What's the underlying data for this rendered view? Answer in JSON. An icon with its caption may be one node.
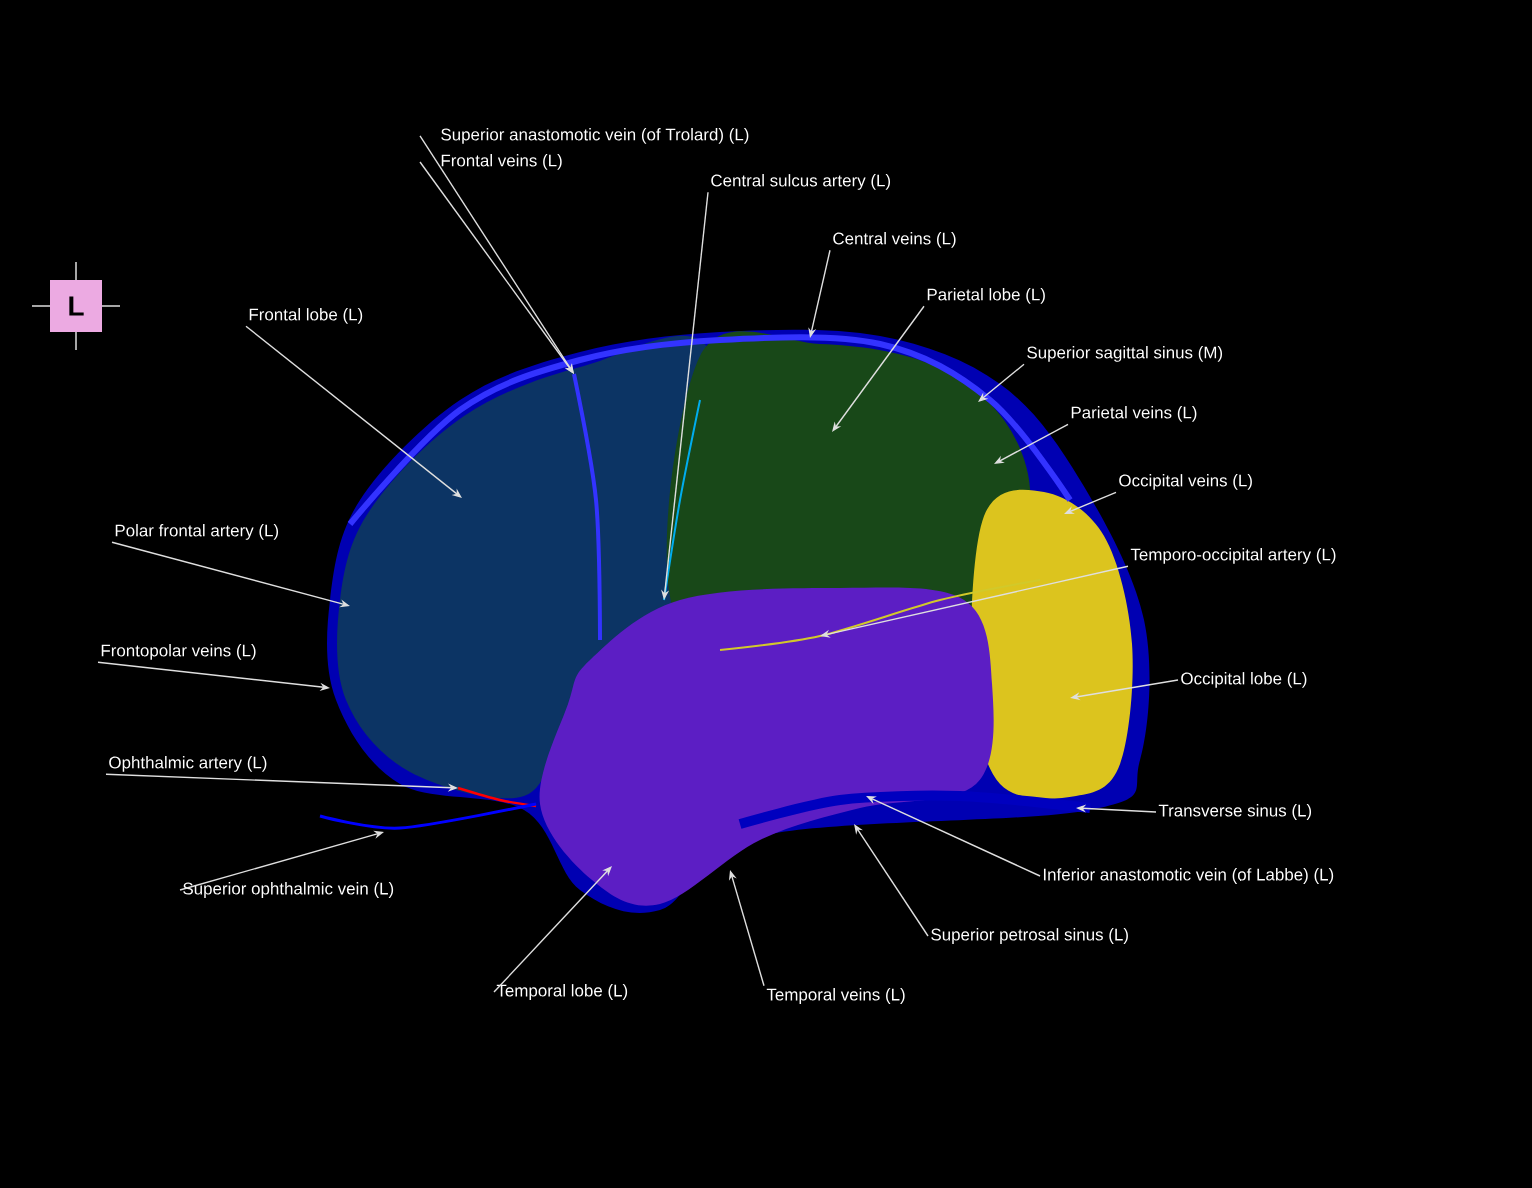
{
  "diagram": {
    "nodes": [
      {
        "text": [
          "Superior anastomotic vein (of Trolard) (L)"
        ]
      },
      {
        "text": [
          "Frontal veins (L)"
        ]
      },
      {
        "text": [
          "Central sulcus artery (L)"
        ]
      },
      {
        "text": [
          "Central veins (L)"
        ]
      },
      {
        "text": [
          "Frontal lobe (L)"
        ]
      },
      {
        "text": [
          "Parietal lobe (L)"
        ]
      },
      {
        "text": [
          "Superior sagittal sinus (M)"
        ]
      },
      {
        "text": [
          "Parietal veins (L)"
        ]
      },
      {
        "text": [
          "Occipital veins (L)"
        ]
      },
      {
        "text": [
          "Polar frontal artery (L)"
        ]
      },
      {
        "text": [
          "Temporo-occipital artery (L)"
        ]
      },
      {
        "text": [
          "Frontopolar veins (L)"
        ]
      },
      {
        "text": [
          "Occipital lobe (L)"
        ]
      },
      {
        "text": [
          "Ophthalmic artery (L)"
        ]
      },
      {
        "text": [
          "Transverse sinus (L)"
        ]
      },
      {
        "text": [
          "Inferior anastomotic vein (of Labbe) (L)"
        ]
      },
      {
        "text": [
          "Superior ophthalmic vein (L)"
        ]
      },
      {
        "text": [
          "Superior petrosal sinus (L)"
        ]
      },
      {
        "text": [
          "Temporal lobe (L)"
        ]
      },
      {
        "text": [
          "Temporal veins (L)"
        ]
      }
    ],
    "edges": [
      {
        "from": 0,
        "to": null,
        "arrow": "to"
      },
      {
        "from": 1,
        "to": null,
        "arrow": "to"
      },
      {
        "from": 2,
        "to": null,
        "arrow": "to"
      },
      {
        "from": 3,
        "to": null,
        "arrow": "to"
      },
      {
        "from": 4,
        "to": null,
        "arrow": "to"
      },
      {
        "from": 5,
        "to": null,
        "arrow": "to"
      },
      {
        "from": 6,
        "to": null,
        "arrow": "to"
      },
      {
        "from": 7,
        "to": null,
        "arrow": "to"
      },
      {
        "from": 8,
        "to": null,
        "arrow": "to"
      },
      {
        "from": 9,
        "to": null,
        "arrow": "to"
      },
      {
        "from": 10,
        "to": null,
        "arrow": "to"
      },
      {
        "from": 11,
        "to": null,
        "arrow": "to"
      },
      {
        "from": 12,
        "to": null,
        "arrow": "to"
      },
      {
        "from": 13,
        "to": null,
        "arrow": "to"
      },
      {
        "from": 14,
        "to": null,
        "arrow": "to"
      },
      {
        "from": 15,
        "to": null,
        "arrow": "to"
      },
      {
        "from": 16,
        "to": null,
        "arrow": "to"
      },
      {
        "from": 17,
        "to": null,
        "arrow": "to"
      },
      {
        "from": 18,
        "to": null,
        "arrow": "to"
      },
      {
        "from": 19,
        "to": null,
        "arrow": "to"
      }
    ],
    "labels": [
      "L"
    ]
  }
}
